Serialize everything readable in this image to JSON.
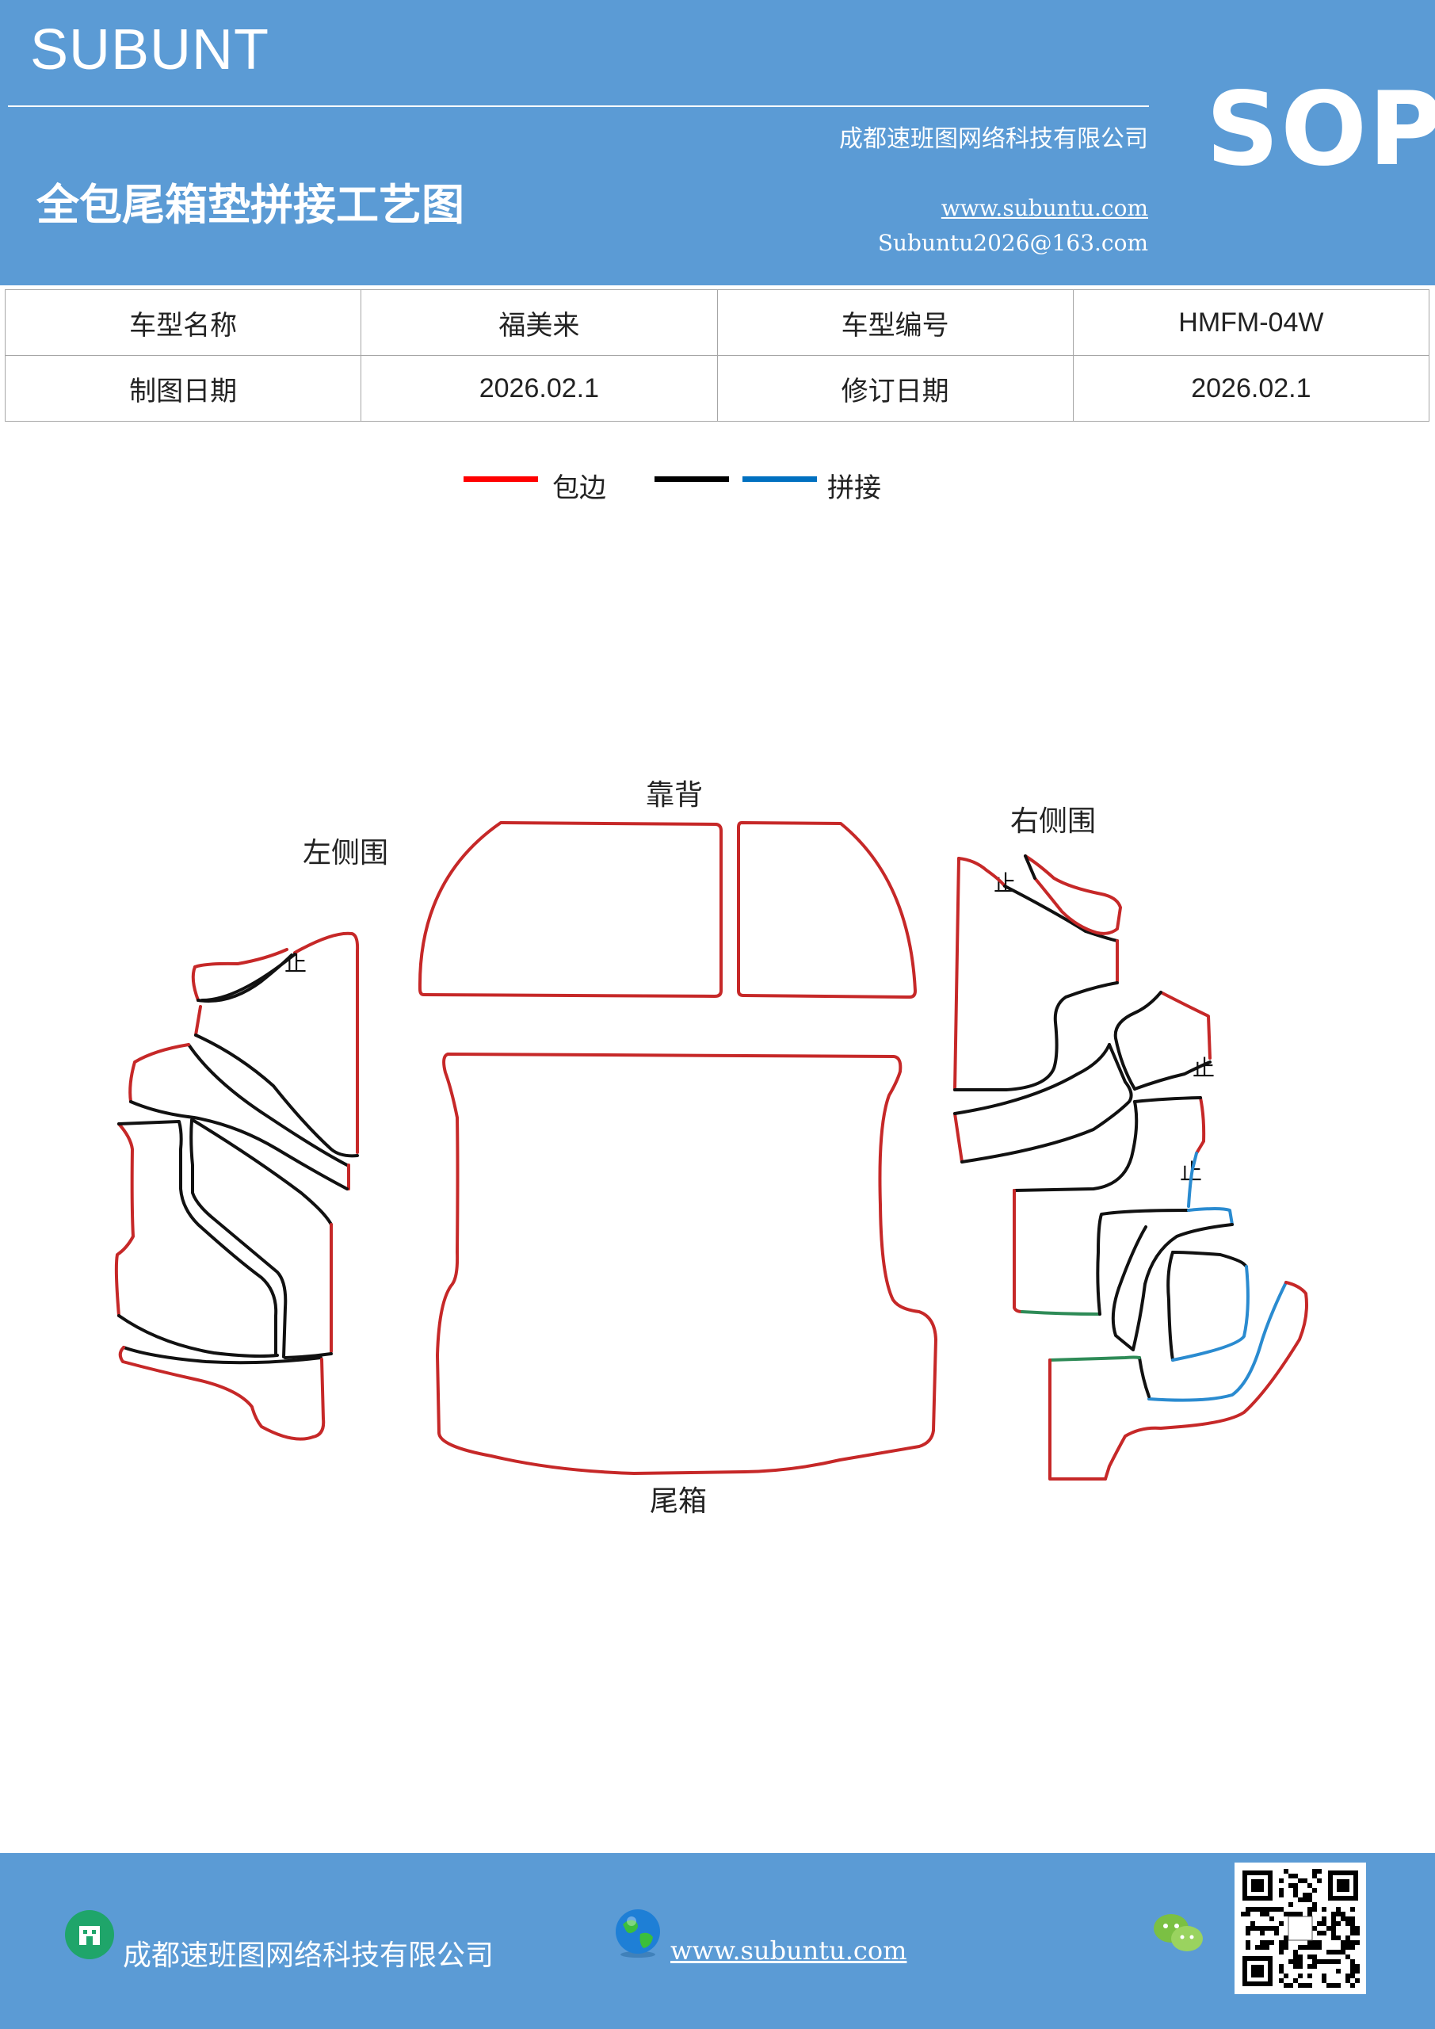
{
  "header": {
    "brand": "SUBUNT",
    "company": "成都速班图网络科技有限公司",
    "title": "全包尾箱垫拼接工艺图",
    "website": "www.subuntu.com",
    "email": "Subuntu2026@163.com",
    "badge": "SOP"
  },
  "info": {
    "model_name_label": "车型名称",
    "model_name": "福美来",
    "model_code_label": "车型编号",
    "model_code": "HMFM-04W",
    "draw_date_label": "制图日期",
    "draw_date": "2026.02.1",
    "revise_date_label": "修订日期",
    "revise_date": "2026.02.1"
  },
  "legend": {
    "items": [
      {
        "color": "#ff0000",
        "label": "包边"
      },
      {
        "color": "#000000",
        "label": ""
      },
      {
        "color": "#0070c0",
        "label": "拼接"
      }
    ]
  },
  "diagram": {
    "labels": {
      "back": "靠背",
      "left_side": "左侧围",
      "right_side": "右侧围",
      "trunk": "尾箱",
      "stop": "止"
    },
    "colors": {
      "edge": "#c62828",
      "seam": "#111111",
      "splice": "#2a8bd0",
      "green": "#2e8b57"
    }
  },
  "footer": {
    "company": "成都速班图网络科技有限公司",
    "website": "www.subuntu.com",
    "icons": [
      "building-icon",
      "globe-icon",
      "wechat-icon",
      "qr-code"
    ]
  }
}
